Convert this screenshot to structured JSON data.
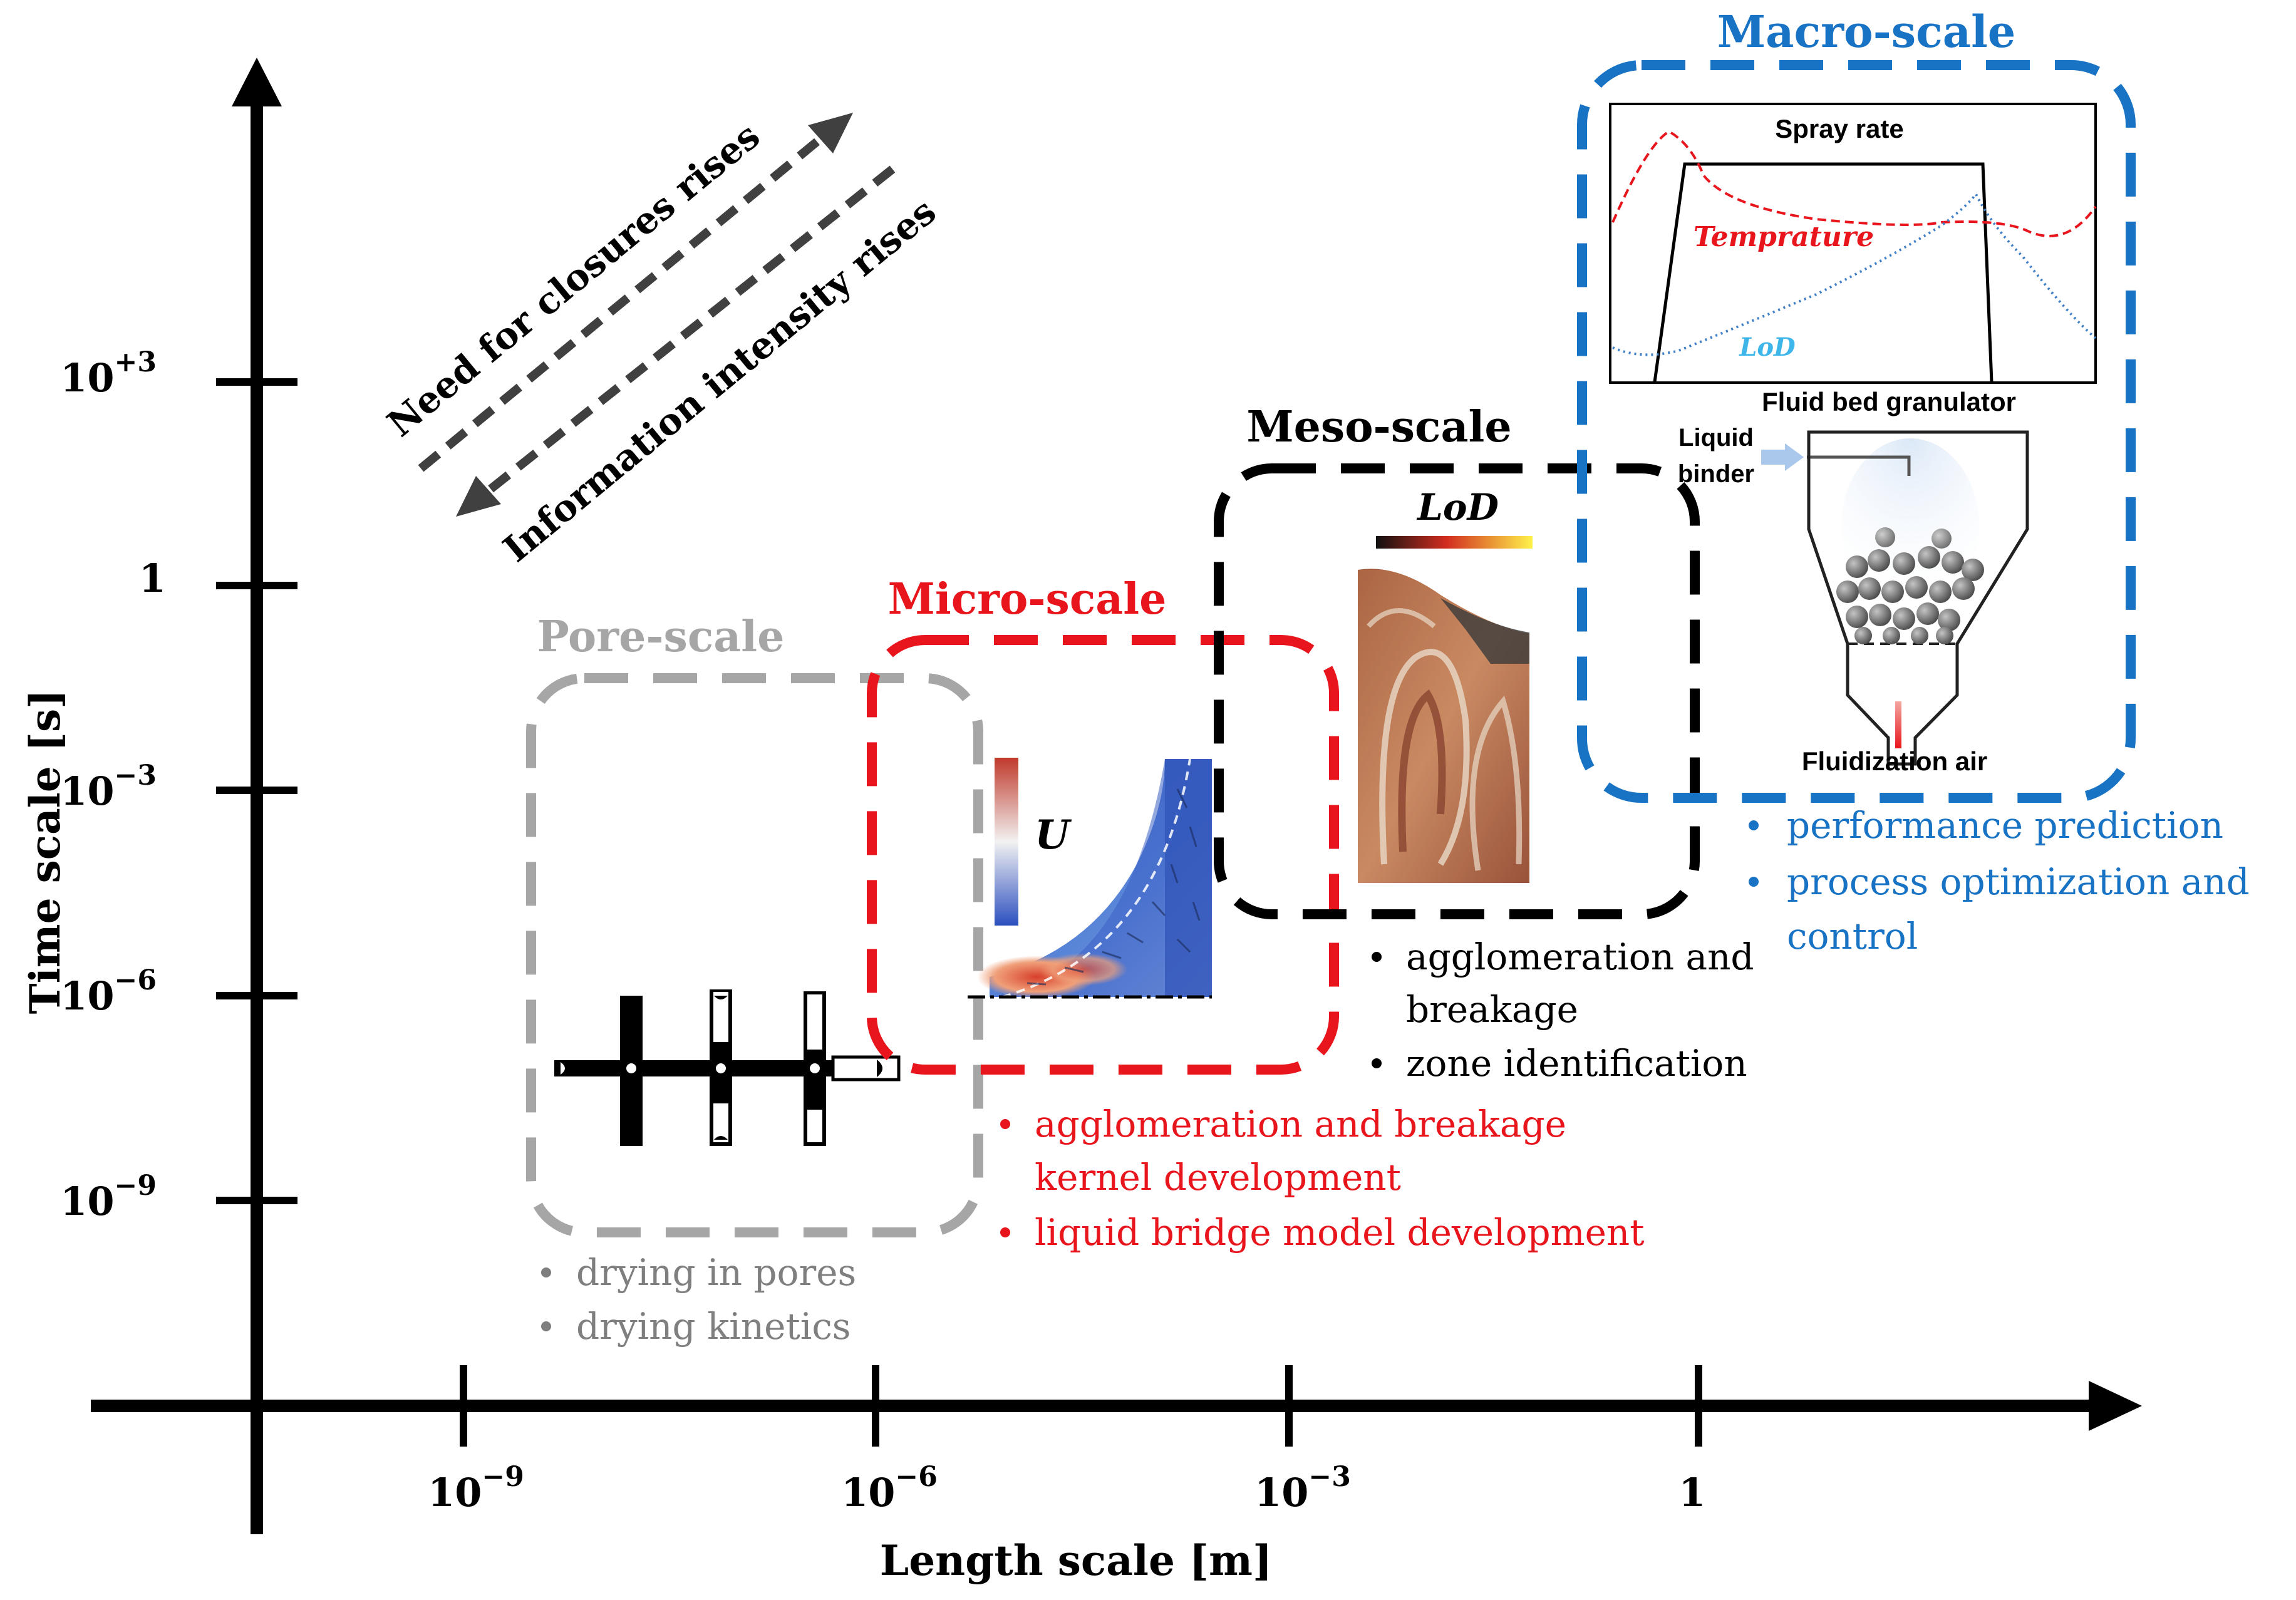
{
  "axes": {
    "x_label": "Length scale [m]",
    "y_label": "Time scale [s]",
    "x_ticks": [
      {
        "base": "10",
        "exp": "−9"
      },
      {
        "base": "10",
        "exp": "−6"
      },
      {
        "base": "10",
        "exp": "−3"
      },
      {
        "base": "1",
        "exp": ""
      }
    ],
    "y_ticks": [
      {
        "base": "10",
        "exp": "+3"
      },
      {
        "base": "1",
        "exp": ""
      },
      {
        "base": "10",
        "exp": "−3"
      },
      {
        "base": "10",
        "exp": "−6"
      },
      {
        "base": "10",
        "exp": "−9"
      }
    ]
  },
  "trend_arrows": {
    "closures": "Need for closures rises",
    "information": "Information intensity rises"
  },
  "scales": {
    "pore": {
      "title": "Pore-scale",
      "color": "#a6a6a6",
      "bullet_color": "#7f7f7f",
      "bullets": [
        "drying in pores",
        "drying kinetics"
      ]
    },
    "micro": {
      "title": "Micro-scale",
      "color": "#e8151d",
      "image_label": "U",
      "bullets": [
        "agglomeration and breakage",
        "kernel development",
        "liquid bridge model development"
      ]
    },
    "meso": {
      "title": "Meso-scale",
      "color": "#000000",
      "image_label": "LoD",
      "bullets": [
        "agglomeration and",
        "breakage",
        "zone identification"
      ]
    },
    "macro": {
      "title": "Macro-scale",
      "color": "#1873c4",
      "bullets": [
        "performance prediction",
        "process optimization and",
        "control"
      ],
      "plot": {
        "spray_label": "Spray rate",
        "temp_label": "Temprature",
        "lod_label": "LoD",
        "spray_color": "#000000",
        "temp_color": "#e8151d",
        "lod_color": "#3f7fc6"
      },
      "granulator": {
        "title": "Fluid bed granulator",
        "binder_label_1": "Liquid",
        "binder_label_2": "binder",
        "air_label": "Fluidization air"
      }
    }
  }
}
